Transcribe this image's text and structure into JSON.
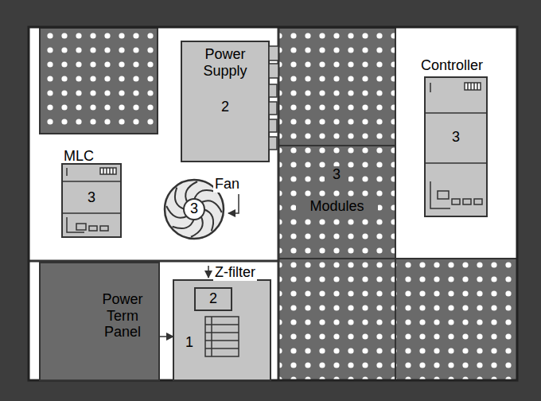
{
  "diagram": {
    "nodes": [
      {
        "text": [
          "Power Supply",
          "2"
        ]
      },
      {
        "text": [
          "MLC",
          "3"
        ]
      },
      {
        "text": [
          "Controller",
          "3"
        ]
      },
      {
        "text": [
          "3"
        ]
      },
      {
        "text": [
          "3",
          "Modules"
        ]
      },
      {
        "text": [
          "1"
        ]
      },
      {
        "text": [
          "2"
        ],
        "in": 5
      },
      {
        "text": [
          "Power Term Panel"
        ]
      }
    ],
    "edges": [
      {
        "from": 7,
        "to": 5,
        "arrow": "to"
      }
    ],
    "labels": [
      "Fan",
      "Z-filter"
    ]
  }
}
